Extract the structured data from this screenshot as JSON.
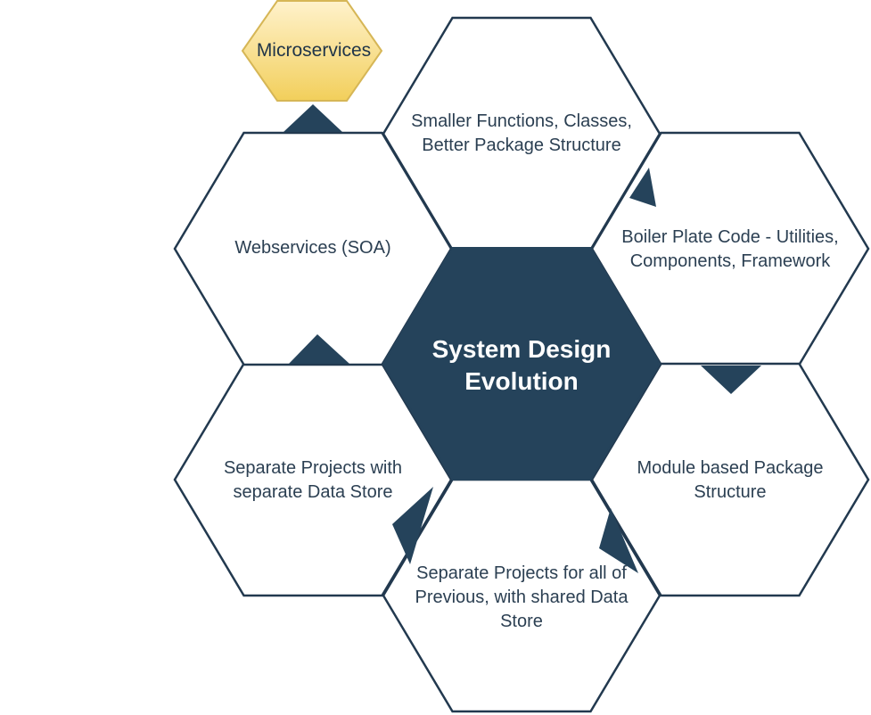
{
  "center": {
    "title": "System Design\nEvolution"
  },
  "steps": [
    {
      "label": "Smaller Functions, Classes,\nBetter Package Structure"
    },
    {
      "label": "Boiler Plate Code - Utilities,\nComponents, Framework"
    },
    {
      "label": "Module based Package\nStructure"
    },
    {
      "label": "Separate Projects for all of\nPrevious, with shared Data\nStore"
    },
    {
      "label": "Separate Projects with\nseparate Data Store"
    },
    {
      "label": "Webservices (SOA)"
    }
  ],
  "goal": {
    "label": "Microservices"
  },
  "colors": {
    "center_fill": "#25435b",
    "outline": "#22394f",
    "arrow": "#25435b",
    "goal_fill_top": "#fff2cc",
    "goal_fill_bottom": "#f2cf5b",
    "goal_stroke": "#d6b656",
    "text": "#2b3f52"
  }
}
